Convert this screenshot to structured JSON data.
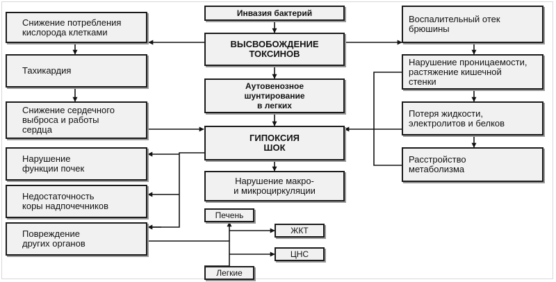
{
  "diagram": {
    "nodes": {
      "invasion": "Инвазия бактерий",
      "toxins": "ВЫСВОБОЖДЕНИЕ\nТОКСИНОВ",
      "shunt": "Аутовенозное\nшунтирование\nв легких",
      "hypoxia": "ГИПОКСИЯ\nШОК",
      "micro": "Нарушение макро-\nи микроциркуляции",
      "oxygen": "Снижение потребления\nкислорода клетками",
      "tachy": "Тахикардия",
      "cardiac": "Снижение сердечного\nвыброса и работы\nсердца",
      "kidney": "Нарушение\nфункции почек",
      "adrenal": "Недостаточность\nкоры надпочечников",
      "organs": "Повреждение\nдругих органов",
      "edema": "Воспалительный отек\nбрюшины",
      "permeability": "Нарушение проницаемости,\nрастяжение кишечной\nстенки",
      "fluid": "Потеря жидкости,\nэлектролитов и белков",
      "metabolism": "Расстройство\nметаболизма",
      "liver": "Печень",
      "lungs": "Легкие",
      "git": "ЖКТ",
      "cns": "ЦНС"
    }
  }
}
